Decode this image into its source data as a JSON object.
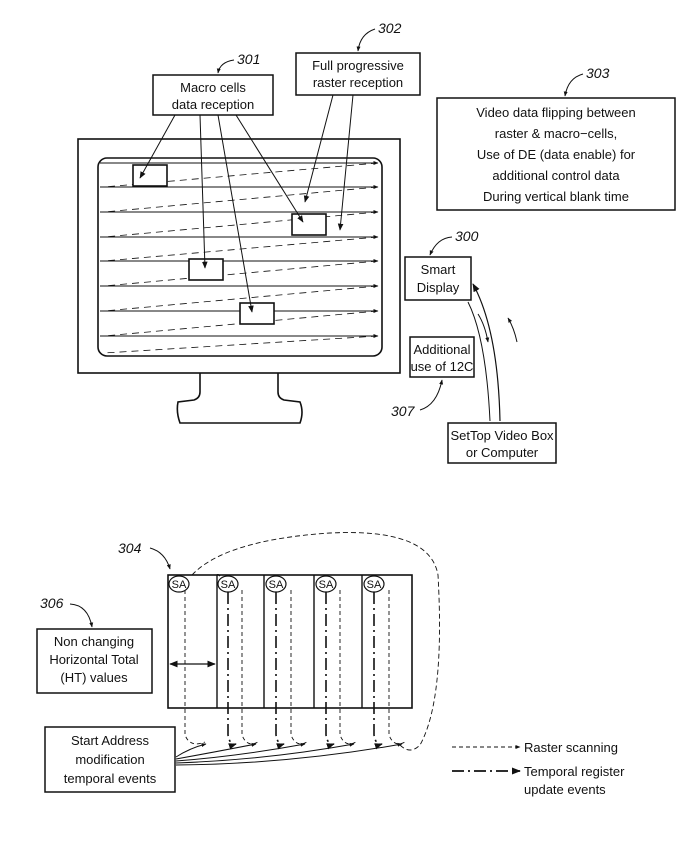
{
  "refs": {
    "r301": "301",
    "r302": "302",
    "r303": "303",
    "r300": "300",
    "r307": "307",
    "r304": "304",
    "r306": "306"
  },
  "labels": {
    "macro_cells": [
      "Macro cells",
      "data reception"
    ],
    "full_progressive": [
      "Full progressive",
      "raster reception"
    ],
    "video_flipping": [
      "Video data flipping between",
      "raster & macro−cells,",
      "Use of DE (data enable) for",
      "additional control data",
      "During vertical blank time"
    ],
    "smart_display": [
      "Smart",
      "Display"
    ],
    "additional_i2c": [
      "Additional",
      "use of 12C"
    ],
    "settop": [
      "SetTop Video Box",
      "or Computer"
    ],
    "ht_values": [
      "Non changing",
      "Horizontal Total",
      "(HT) values"
    ],
    "start_address": [
      "Start Address",
      "modification",
      "temporal events"
    ],
    "sa": "SA"
  },
  "legend": {
    "raster": "Raster scanning",
    "temporal": [
      "Temporal register",
      "update events"
    ]
  }
}
